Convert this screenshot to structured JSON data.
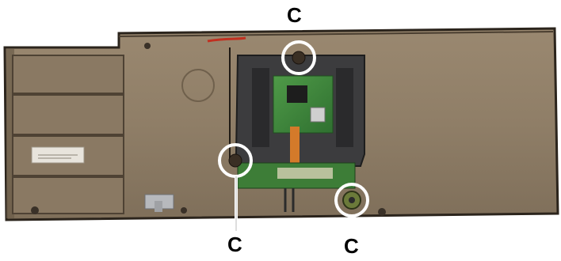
{
  "figure": {
    "callouts": [
      {
        "id": "top",
        "text": "C"
      },
      {
        "id": "left",
        "text": "C"
      },
      {
        "id": "right",
        "text": "C"
      }
    ]
  },
  "colors": {
    "panel": "#8e7d66",
    "panel_dark": "#5f5140",
    "edge": "#2b241c",
    "bracket": "#3a3a3a",
    "board_green": "#3f8a3a",
    "ribbon": "#d47a2a",
    "ring": "#ffffff"
  }
}
